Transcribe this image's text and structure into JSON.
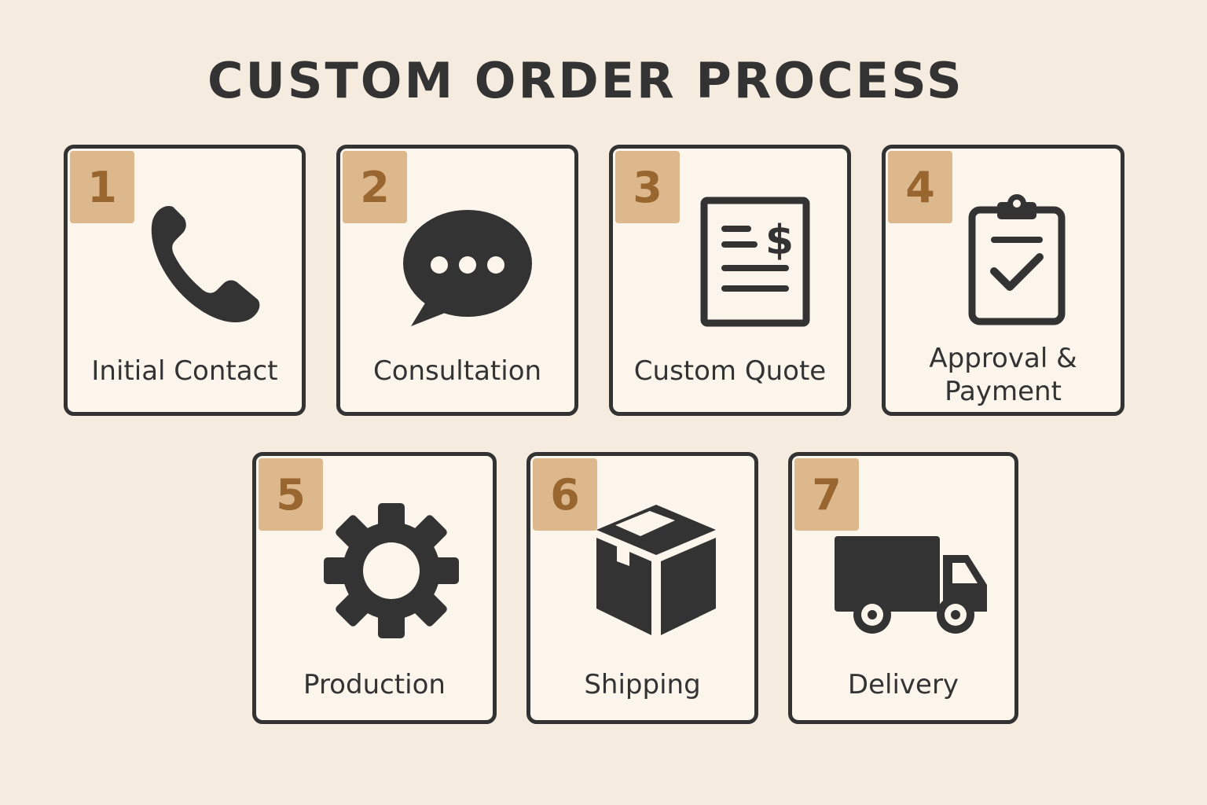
{
  "title": "CUSTOM ORDER PROCESS",
  "colors": {
    "background": "#f5ebdf",
    "card": "#fcf5ec",
    "badge": "#dcb88c",
    "badge_number": "#9a6630",
    "ink": "#333333"
  },
  "steps": [
    {
      "number": "1",
      "label": "Initial Contact",
      "icon": "phone-icon"
    },
    {
      "number": "2",
      "label": "Consultation",
      "icon": "speech-bubble-icon"
    },
    {
      "number": "3",
      "label": "Custom Quote",
      "icon": "quote-document-icon"
    },
    {
      "number": "4",
      "label_line1": "Approval &",
      "label_line2": "Payment",
      "icon": "clipboard-check-icon"
    },
    {
      "number": "5",
      "label": "Production",
      "icon": "gear-icon"
    },
    {
      "number": "6",
      "label": "Shipping",
      "icon": "box-icon"
    },
    {
      "number": "7",
      "label": "Delivery",
      "icon": "truck-icon"
    }
  ]
}
